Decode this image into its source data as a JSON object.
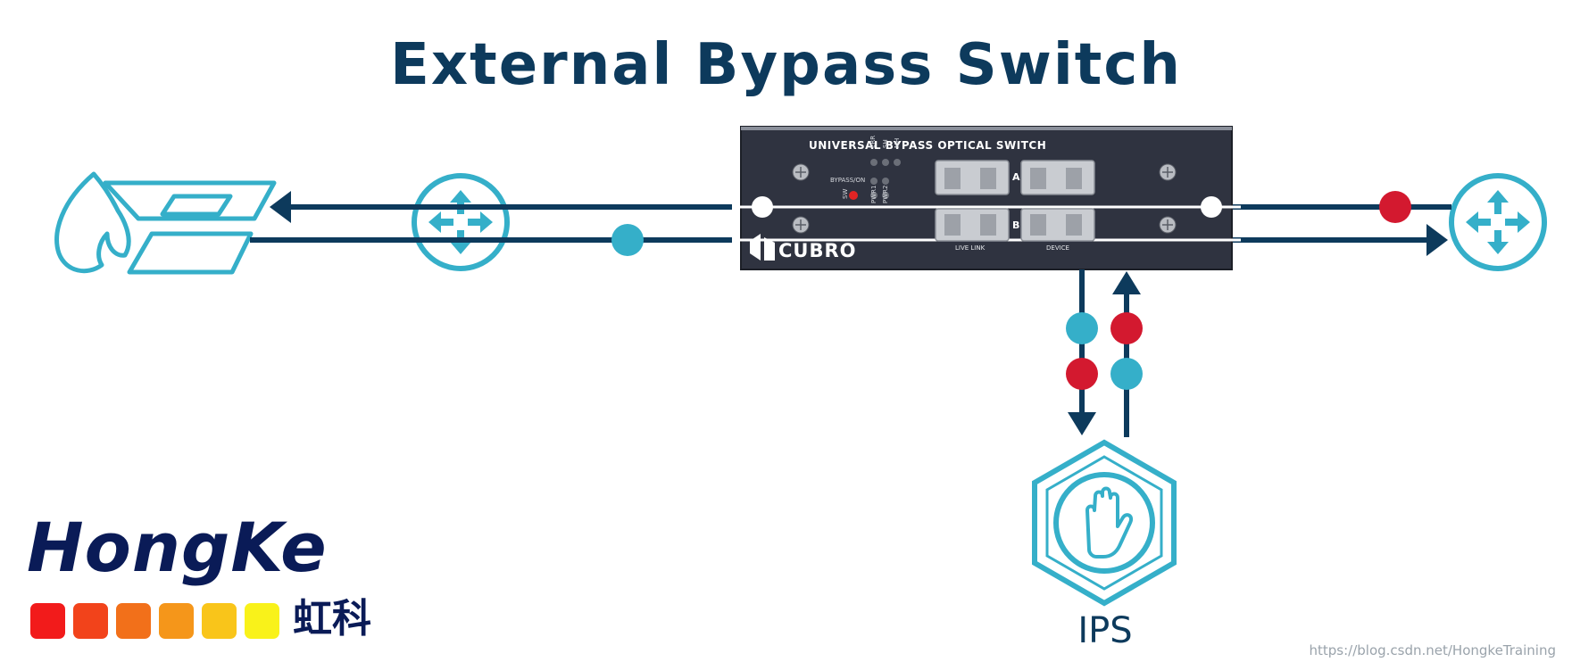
{
  "title": "External Bypass Switch",
  "device": {
    "panel_title": "UNIVERSAL BYPASS OPTICAL SWITCH",
    "brand": "CUBRO",
    "leds": [
      "ERR",
      "SH",
      "MH",
      "BYPASS/ON",
      "SW",
      "PWR1",
      "PWR2"
    ],
    "port_letters": [
      "A",
      "B"
    ],
    "port_labels": [
      "LIVE LINK",
      "DEVICE"
    ]
  },
  "ips": {
    "label": "IPS"
  },
  "brand": {
    "name_en": "HongKe",
    "name_cn": "虹科",
    "swatch_colors": [
      "#f21b1b",
      "#f2431b",
      "#f2701a",
      "#f5961a",
      "#f9c51a",
      "#f9f21a"
    ]
  },
  "watermark": "https://blog.csdn.net/HongkeTraining",
  "colors": {
    "navy": "#0d3a5c",
    "teal": "#35afc9",
    "red": "#d3192f",
    "panel": "#2f3340"
  },
  "icons": [
    "firewall-icon",
    "router-icon",
    "ips-hand-icon"
  ]
}
